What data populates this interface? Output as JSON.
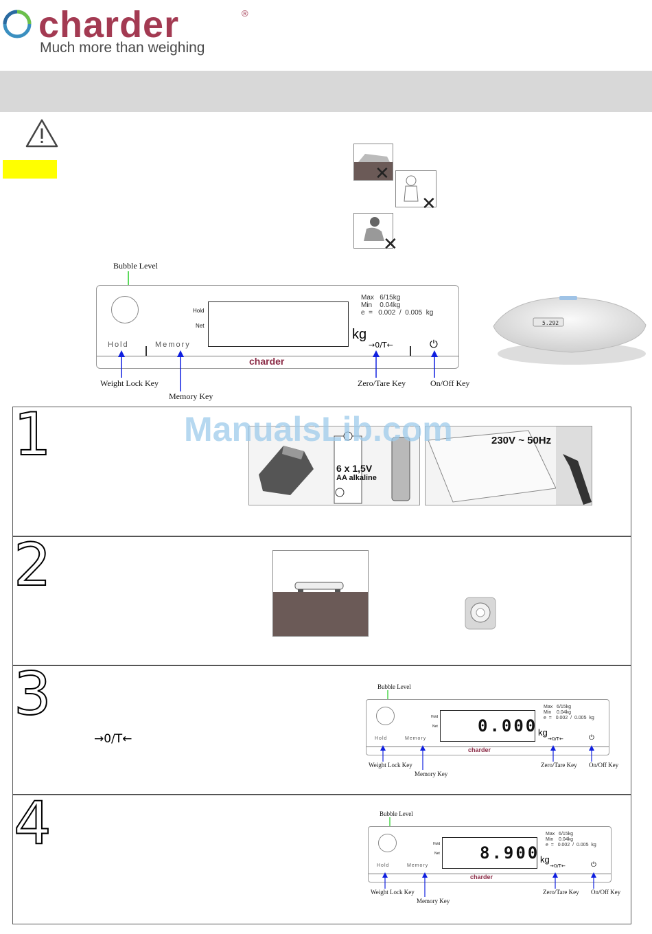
{
  "header": {
    "brand": "charder",
    "registered": "®",
    "tagline": "Much more than weighing"
  },
  "labels": {
    "bubble_level": "Bubble Level",
    "hold_key": "Hold",
    "memory_key": "Memory",
    "weight_lock_key": "Weight Lock Key",
    "memory_key_label": "Memory Key",
    "zero_tare_key": "Zero/Tare Key",
    "on_off_key": "On/Off Key",
    "zero_tare_symbol": "→0/T←",
    "power_symbol": "⏻"
  },
  "panel": {
    "hold_indicator": "Hold",
    "net_indicator": "Net",
    "spec_lines": "Max   6/15kg\nMin    0.04kg\ne  =   0.002  /  0.005  kg",
    "unit": "kg",
    "brand": "charder"
  },
  "steps": [
    {
      "number": "1",
      "battery_label": "6 x 1,5V",
      "battery_type": "AA alkaline",
      "power_label": "230V ~ 50Hz"
    },
    {
      "number": "2"
    },
    {
      "number": "3",
      "display": "0.000"
    },
    {
      "number": "4",
      "display": "8.900"
    }
  ],
  "product_display": "5.292",
  "watermark": "ManualsLib.com",
  "colors": {
    "brand": "#a33a52",
    "highlight": "#ffff00",
    "band": "#d8d8d8",
    "green_arrow": "#22cc22",
    "blue_arrow": "#1020e0"
  }
}
